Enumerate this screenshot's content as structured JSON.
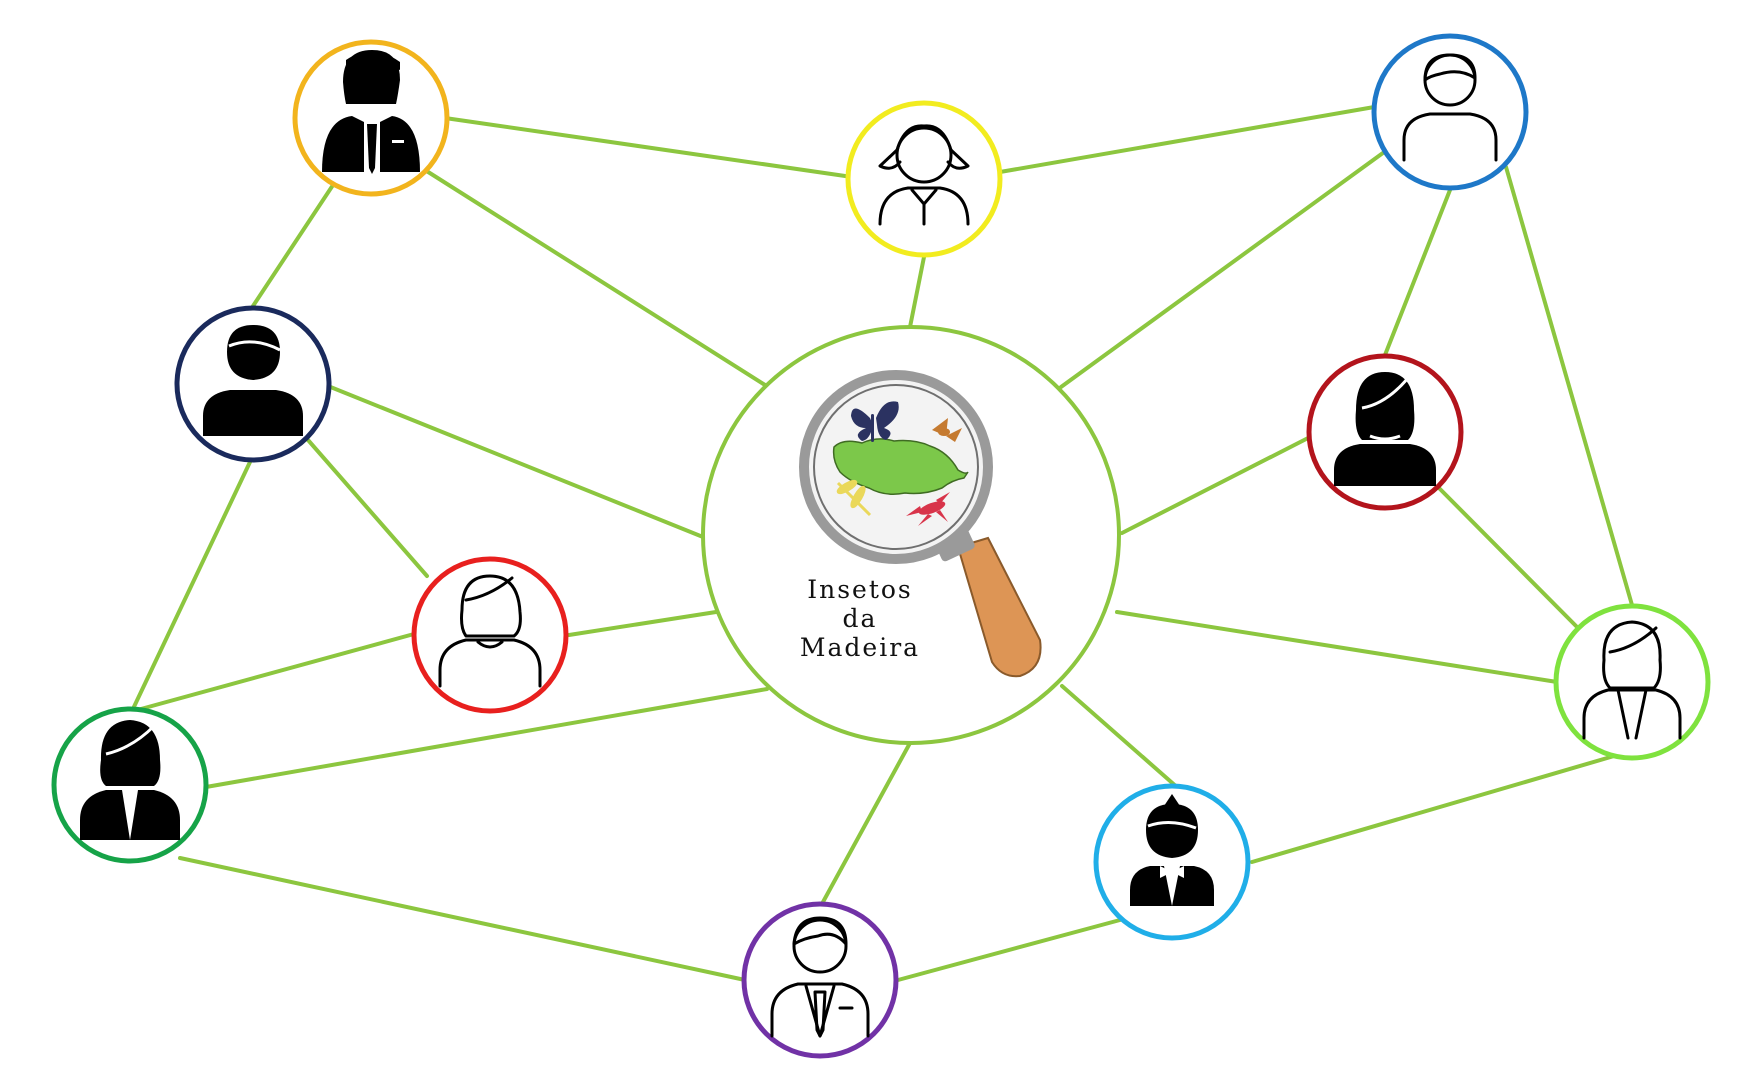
{
  "center": {
    "title_lines": [
      "Insetos",
      "da",
      "Madeira"
    ]
  },
  "colors": {
    "edge": "#8cc63f",
    "center_ring": "#8cc63f",
    "lens_border": "#9a9a9a",
    "lens_fill": "#f3f3f3",
    "handle": "#dd9555",
    "island": "#7cc84a",
    "butterfly": "#2b3261",
    "moth": "#c57a30",
    "dragonfly": "#ead85a",
    "fly": "#d8344a"
  },
  "nodes": [
    {
      "id": "businessman-top-left",
      "icon": "businessman-icon",
      "ring_color": "#f2b41d",
      "style": "filled"
    },
    {
      "id": "girl-top",
      "icon": "girl-pigtails-icon",
      "ring_color": "#f2ec1f",
      "style": "outline"
    },
    {
      "id": "man-top-right",
      "icon": "man-outline-icon",
      "ring_color": "#1e78c8",
      "style": "outline"
    },
    {
      "id": "man-left",
      "icon": "man-filled-icon",
      "ring_color": "#1a2a5c",
      "style": "filled"
    },
    {
      "id": "woman-red",
      "icon": "woman-outline-icon",
      "ring_color": "#e8201e",
      "style": "outline"
    },
    {
      "id": "woman-dark-red",
      "icon": "woman-filled-icon",
      "ring_color": "#b3141c",
      "style": "filled"
    },
    {
      "id": "businesswoman-left",
      "icon": "businesswoman-filled-icon",
      "ring_color": "#16a348",
      "style": "filled"
    },
    {
      "id": "businesswoman-right",
      "icon": "businesswoman-outline-icon",
      "ring_color": "#7fe23e",
      "style": "outline"
    },
    {
      "id": "boy-bowtie",
      "icon": "boy-bowtie-icon",
      "ring_color": "#20aee8",
      "style": "filled"
    },
    {
      "id": "businessman-bottom",
      "icon": "businessman-outline-icon",
      "ring_color": "#7132a6",
      "style": "outline"
    }
  ]
}
